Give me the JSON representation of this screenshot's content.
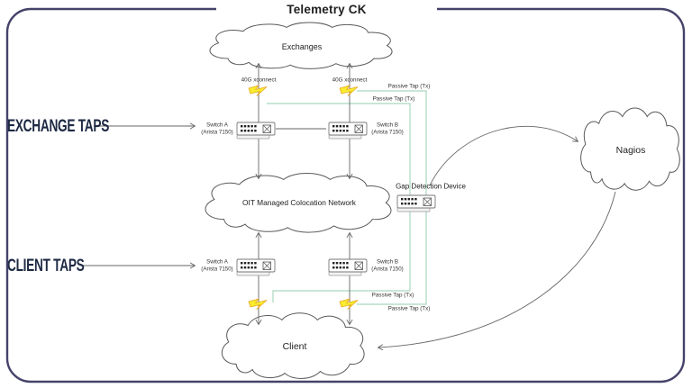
{
  "title": "Telemetry CK",
  "clouds": {
    "exchanges": "Exchanges",
    "oit": "OIT Managed Colocation Network",
    "client": "Client",
    "nagios": "Nagios"
  },
  "sections": {
    "exchange_taps": "EXCHANGE TAPS",
    "client_taps": "CLIENT TAPS"
  },
  "links": {
    "xconnect_left": "40G xconnect",
    "xconnect_right": "40G xconnect",
    "passive_tap_top_outer": "Passive Tap (Tx)",
    "passive_tap_top_inner": "Passive Tap (Tx)",
    "passive_tap_bottom_inner": "Passive Tap (Tx)",
    "passive_tap_bottom_outer": "Passive Tap (Tx)"
  },
  "devices": {
    "gap_detection": "Gap Detection Device",
    "exchange_switch_a": {
      "name": "Switch A",
      "model": "(Arista 7150)"
    },
    "exchange_switch_b": {
      "name": "Switch B",
      "model": "(Arista 7150)"
    },
    "client_switch_a": {
      "name": "Switch A",
      "model": "(Arista 7150)"
    },
    "client_switch_b": {
      "name": "Switch B",
      "model": "(Arista 7150)"
    }
  },
  "icons": {
    "switch": "switch-chassis-icon",
    "tap": "lightning-bolt-tap-icon",
    "cloud": "network-cloud-icon"
  },
  "colors": {
    "border": "#45436a",
    "line": "#666666",
    "tap_line": "#a9d8bf",
    "bolt_fill": "#f8ec30",
    "bolt_stroke": "#e8a820",
    "label_navy": "#1e2a44",
    "cloud_stroke": "#5a5a5a"
  }
}
